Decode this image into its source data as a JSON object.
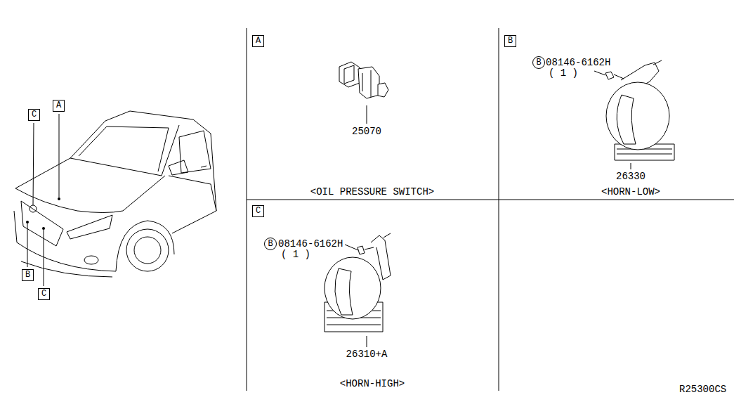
{
  "diagram": {
    "nodes": [
      {
        "text": [
          "C"
        ]
      },
      {
        "text": [
          "A"
        ]
      },
      {
        "text": [
          "B"
        ]
      },
      {
        "text": [
          "C"
        ]
      },
      {
        "text": [
          "A"
        ]
      },
      {
        "text": [
          "B"
        ]
      },
      {
        "text": [
          "B"
        ]
      },
      {
        "text": [
          "C"
        ]
      },
      {
        "text": [
          "B"
        ]
      }
    ],
    "labels": [
      "25070",
      "<OIL PRESSURE SWITCH>",
      "08146-6162H",
      "( 1 )",
      "26330",
      "<HORN-LOW>",
      "08146-6162H",
      "( 1 )",
      "26310+A",
      "<HORN-HIGH>",
      "R25300CS"
    ]
  }
}
